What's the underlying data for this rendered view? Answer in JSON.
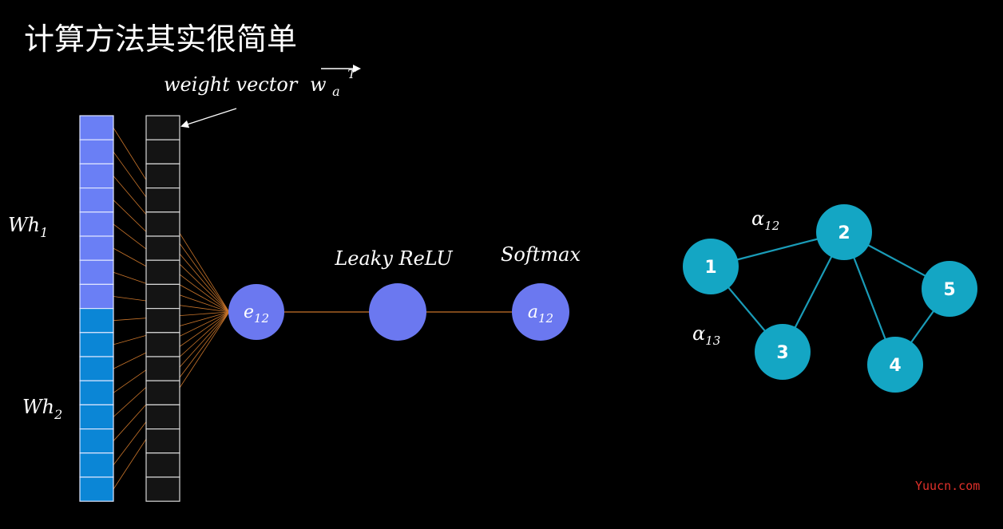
{
  "title": "计算方法其实很简单",
  "labels": {
    "weight_vector": "weight vector",
    "weight_symbol": "w",
    "weight_sub": "a",
    "weight_sup": "T",
    "wh1": "Wh",
    "wh1_sub": "1",
    "wh2": "Wh",
    "wh2_sub": "2",
    "leaky_relu": "Leaky ReLU",
    "softmax": "Softmax"
  },
  "pipeline_nodes": {
    "e12": {
      "symbol": "e",
      "sub": "12"
    },
    "relu": {
      "symbol": "",
      "sub": ""
    },
    "a12": {
      "symbol": "a",
      "sub": "12"
    }
  },
  "columns": {
    "wh_cells": 16,
    "wh1_cells": 8,
    "weight_cells": 16
  },
  "graph": {
    "nodes": [
      {
        "id": "1",
        "label": "1"
      },
      {
        "id": "2",
        "label": "2"
      },
      {
        "id": "3",
        "label": "3"
      },
      {
        "id": "4",
        "label": "4"
      },
      {
        "id": "5",
        "label": "5"
      }
    ],
    "edges": [
      [
        "1",
        "2"
      ],
      [
        "1",
        "3"
      ],
      [
        "2",
        "3"
      ],
      [
        "2",
        "5"
      ],
      [
        "2",
        "4"
      ],
      [
        "4",
        "5"
      ]
    ],
    "edge_labels": {
      "alpha12": {
        "symbol": "α",
        "sub": "12"
      },
      "alpha13": {
        "symbol": "α",
        "sub": "13"
      }
    }
  },
  "watermark": "Yuucn.com",
  "colors": {
    "background": "#000000",
    "wh1_cell": "#6a7ff5",
    "wh2_cell": "#0b86d6",
    "weight_cell": "#141414",
    "connector_line": "#c8742a",
    "pipeline_node": "#6b78f0",
    "graph_node": "#14a6c4",
    "graph_edge": "#1a9cb8",
    "watermark": "#e0302a"
  }
}
